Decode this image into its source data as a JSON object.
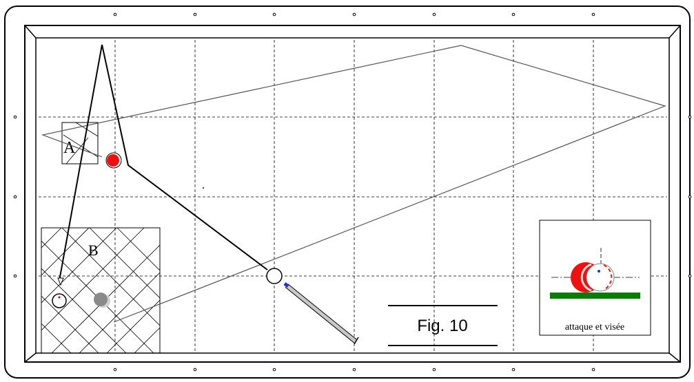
{
  "labels": {
    "zone_a": "A",
    "zone_b": "B",
    "figure": "Fig. 10",
    "inset_caption": "attaque et visée"
  },
  "colors": {
    "red_ball": "#ee1111",
    "cloth_line": "#0b7a0b",
    "cue_tip": "#2233cc",
    "cue_shaft": "#c8c8c8",
    "grey_ball": "#8a8a8a",
    "outline": "#000000",
    "thin_path": "#555555"
  },
  "icons": {
    "cue_ball": "white-ball-icon",
    "object_ball": "red-ball-icon",
    "cue": "cue-stick-icon",
    "diamond": "diamond-marker-icon"
  }
}
